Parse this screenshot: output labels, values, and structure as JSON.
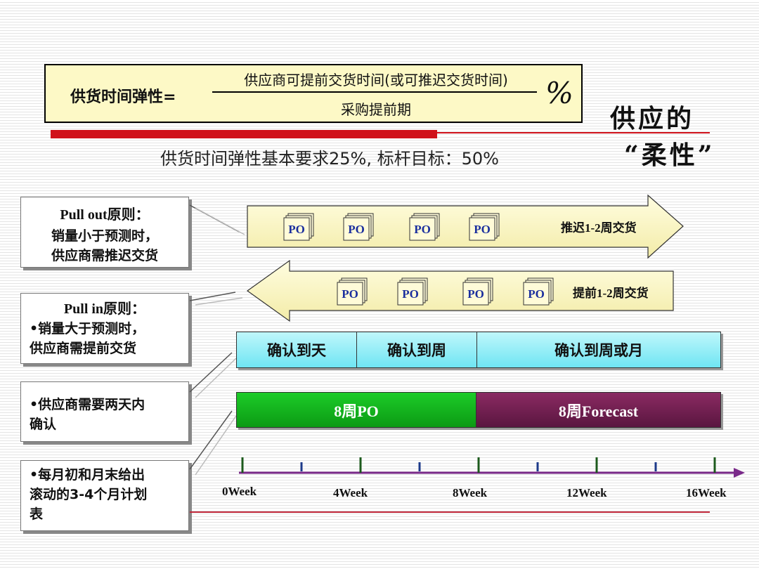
{
  "formula": {
    "lhs": "供货时间弹性=",
    "numerator": "供应商可提前交货时间(或可推迟交货时间)",
    "denominator": "采购提前期",
    "percent": "%"
  },
  "requirement": "供货时间弹性基本要求25%, 标杆目标：50%",
  "flex_title": {
    "line1": "供应的",
    "line2": "“柔性”"
  },
  "notes": {
    "pull_out": {
      "title": "Pull out原则：",
      "line1": "销量小于预测时，",
      "line2": "供应商需推迟交货"
    },
    "pull_in": {
      "title": "Pull in原则：",
      "line1": "•销量大于预测时，",
      "line2": "供应商需提前交货"
    },
    "confirm2days": {
      "line1": "•供应商需要两天内",
      "line2": "确认"
    },
    "rolling": {
      "line1": "•每月初和月末给出",
      "line2": "滚动的3-4个月计划",
      "line3": "表"
    }
  },
  "arrows": {
    "delay": {
      "label": "推迟1-2周交货",
      "po_label": "PO"
    },
    "advance": {
      "label": "提前1-2周交货",
      "po_label": "PO"
    }
  },
  "confirm_bar": {
    "day": "确认到天",
    "week": "确认到周",
    "week_or_month": "确认到周或月"
  },
  "po_bar": {
    "po": "8周PO",
    "forecast": "8周Forecast"
  },
  "timeline": {
    "labels": [
      "0Week",
      "4Week",
      "8Week",
      "12Week",
      "16Week"
    ],
    "major_ticks": [
      0,
      4,
      8,
      12,
      16
    ],
    "minor_ticks": [
      2,
      6,
      10,
      14
    ],
    "min": 0,
    "max": 16
  },
  "colors": {
    "note_fill": "#fdf9c6",
    "red": "#d0121b",
    "arrow_fill": "#fbf6c4",
    "confirm_fill": "#6fe5f3",
    "po_green": "#12b41e",
    "forecast_purple": "#6e1d50",
    "axis": "#7a2a8a",
    "tick_major": "#1c5a1c",
    "tick_minor": "#1c3a8a",
    "po_text": "#1b2f9e"
  }
}
